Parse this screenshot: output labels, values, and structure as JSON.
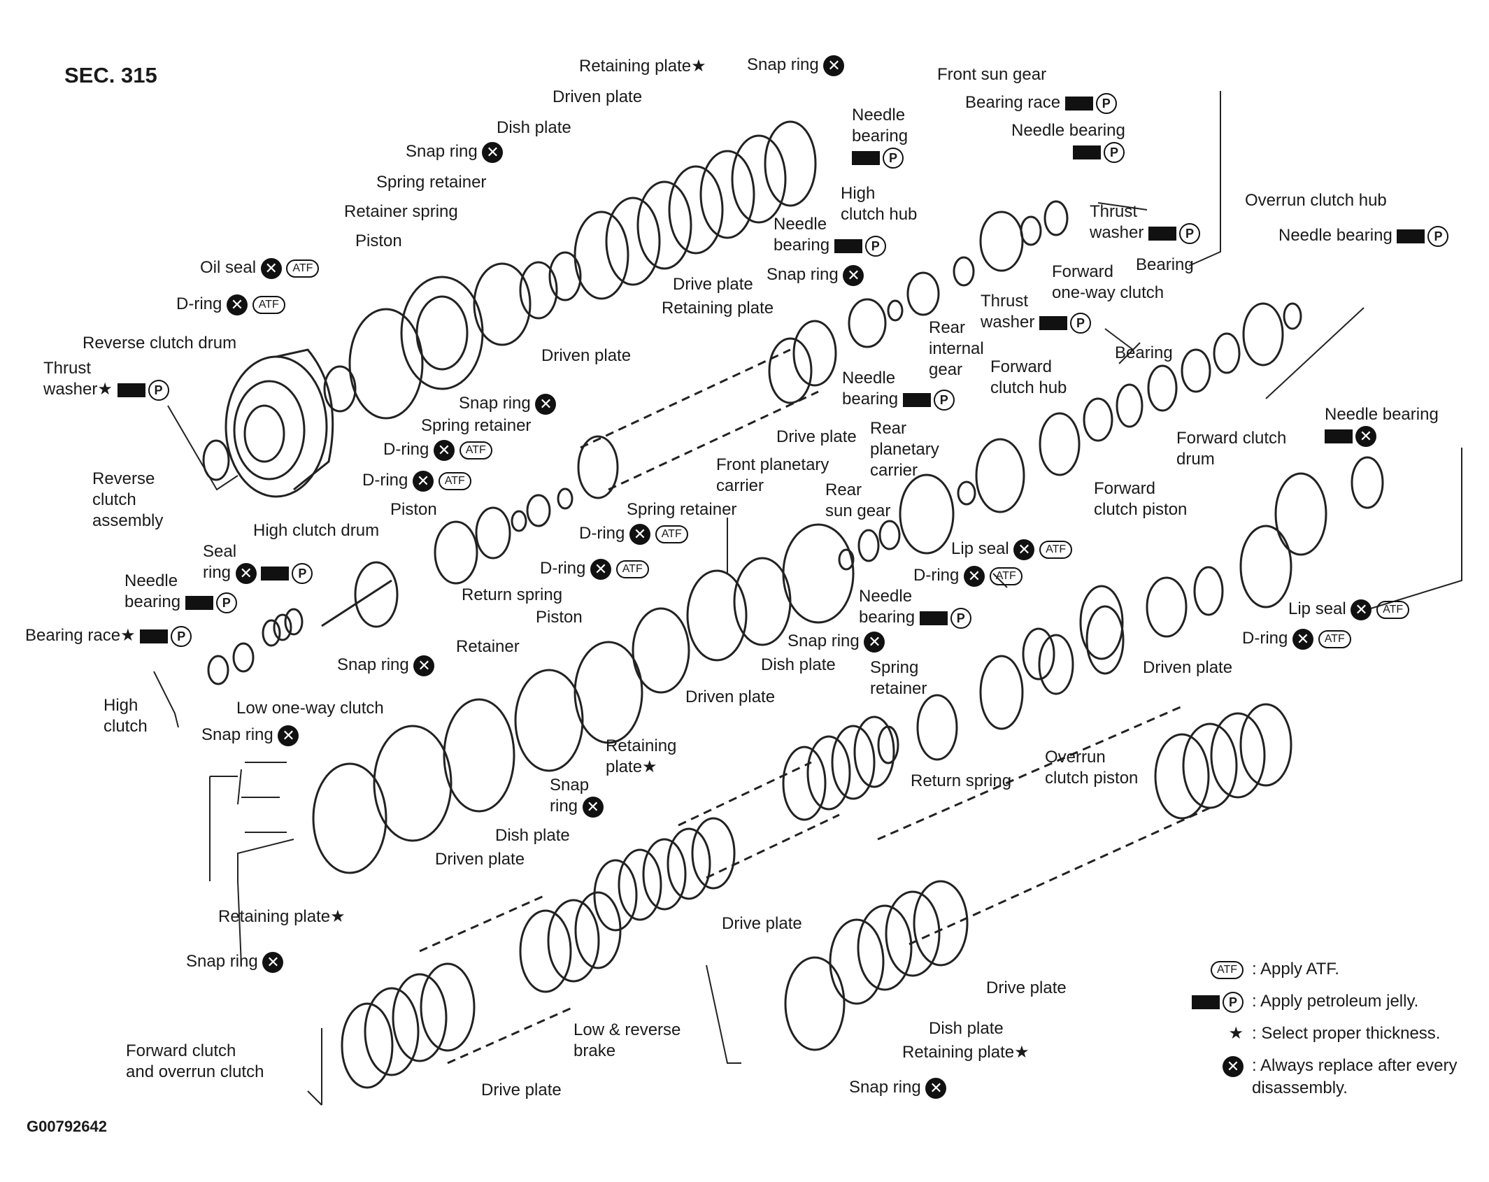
{
  "section": "SEC. 315",
  "figure_code": "G00792642",
  "labels": {
    "retaining_plate_star_top": "Retaining plate",
    "snap_ring_top": "Snap ring",
    "driven_plate_top": "Driven plate",
    "dish_plate_top": "Dish plate",
    "snap_ring_2": "Snap ring",
    "spring_retainer_top": "Spring retainer",
    "retainer_spring": "Retainer spring",
    "piston_top": "Piston",
    "oil_seal": "Oil seal",
    "d_ring_1": "D-ring",
    "reverse_clutch_drum": "Reverse clutch drum",
    "thrust_washer_1": "Thrust\nwasher",
    "reverse_clutch_assembly": "Reverse\nclutch\nassembly",
    "front_sun_gear": "Front sun gear",
    "bearing_race_top": "Bearing race",
    "needle_bearing_top": "Needle\nbearing",
    "needle_bearing_2": "Needle bearing",
    "high_clutch_hub": "High\nclutch hub",
    "needle_bearing_3": "Needle\nbearing",
    "snap_ring_3": "Snap ring",
    "drive_plate_top": "Drive plate",
    "retaining_plate_mid": "Retaining plate",
    "thrust_washer_2": "Thrust\nwasher",
    "overrun_clutch_hub": "Overrun clutch hub",
    "needle_bearing_4": "Needle bearing",
    "bearing_1": "Bearing",
    "forward_one_way_clutch": "Forward\none-way clutch",
    "thrust_washer_3": "Thrust\nwasher",
    "rear_internal_gear": "Rear\ninternal\ngear",
    "bearing_2": "Bearing",
    "forward_clutch_hub": "Forward\nclutch hub",
    "needle_bearing_5": "Needle\nbearing",
    "driven_plate_mid": "Driven plate",
    "snap_ring_4": "Snap ring",
    "spring_retainer_mid": "Spring retainer",
    "d_ring_2": "D-ring",
    "d_ring_3": "D-ring",
    "piston_mid": "Piston",
    "drive_plate_mid": "Drive plate",
    "rear_planetary_carrier": "Rear\nplanetary\ncarrier",
    "front_planetary_carrier": "Front planetary\ncarrier",
    "rear_sun_gear": "Rear\nsun gear",
    "spring_retainer_3": "Spring retainer",
    "needle_bearing_6": "Needle bearing",
    "forward_clutch_drum": "Forward clutch\ndrum",
    "forward_clutch_piston": "Forward\nclutch piston",
    "high_clutch_drum": "High clutch drum",
    "seal_ring": "Seal\nring",
    "needle_bearing_7": "Needle\nbearing",
    "bearing_race_2": "Bearing race",
    "return_spring_1": "Return spring",
    "d_ring_4": "D-ring",
    "d_ring_5": "D-ring",
    "piston_low": "Piston",
    "lip_seal_1": "Lip seal",
    "d_ring_6": "D-ring",
    "needle_bearing_8": "Needle\nbearing",
    "lip_seal_2": "Lip seal",
    "d_ring_7": "D-ring",
    "high_clutch": "High\nclutch",
    "snap_ring_5": "Snap ring",
    "retainer": "Retainer",
    "low_one_way_clutch": "Low one-way clutch",
    "snap_ring_6": "Snap ring",
    "snap_ring_7": "Snap ring",
    "dish_plate_mid": "Dish plate",
    "spring_retainer_4": "Spring\nretainer",
    "driven_plate_low": "Driven plate",
    "driven_plate_right": "Driven plate",
    "return_spring_2": "Return spring",
    "overrun_clutch_piston": "Overrun\nclutch piston",
    "retaining_plate_low": "Retaining\nplate",
    "snap_ring_8": "Snap\nring",
    "dish_plate_low": "Dish plate",
    "driven_plate_low2": "Driven plate",
    "retaining_plate_bottom": "Retaining plate",
    "drive_plate_low": "Drive plate",
    "snap_ring_9": "Snap ring",
    "forward_overrun_clutch": "Forward clutch\nand overrun clutch",
    "drive_plate_bottom": "Drive plate",
    "low_reverse_brake": "Low & reverse\nbrake",
    "drive_plate_right": "Drive plate",
    "dish_plate_bottom": "Dish plate",
    "retaining_plate_br": "Retaining plate",
    "snap_ring_bottom": "Snap ring"
  },
  "symbols": {
    "x": "✕",
    "p": "P",
    "atf": "ATF",
    "star": "★"
  },
  "legend": [
    {
      "symbol": "ATF",
      "text": ": Apply ATF."
    },
    {
      "symbol": "P",
      "text": ": Apply petroleum jelly."
    },
    {
      "symbol": "★",
      "text": ": Select proper thickness."
    },
    {
      "symbol": "✕",
      "text": ": Always replace after every disassembly."
    }
  ]
}
